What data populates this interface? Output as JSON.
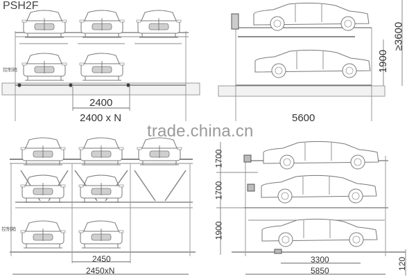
{
  "title": "PSH2F",
  "watermark": "trade.china.cn",
  "colors": {
    "line": "#8a8a8a",
    "dark_line": "#555555",
    "ground_fill": "#f2f2f2",
    "text": "#333333",
    "watermark": "#9a9a9a"
  },
  "panels": {
    "top_left": {
      "view": "front",
      "levels": 2,
      "dim_single": "2400",
      "dim_total": "2400 x N",
      "side_label": "控制箱"
    },
    "top_right": {
      "view": "side",
      "levels": 2,
      "dim_level": "1900",
      "dim_height": "≥3600",
      "dim_length": "5600"
    },
    "bottom_left": {
      "view": "front",
      "levels": 3,
      "dim_single": "2450",
      "dim_total": "2450xN",
      "side_label": "控制箱"
    },
    "bottom_right": {
      "view": "side",
      "levels": 3,
      "dim_level_top": "1700",
      "dim_level_mid": "1700",
      "dim_level_bottom": "1900",
      "dim_platform": "3300",
      "dim_length": "5850",
      "dim_pit": "120"
    }
  }
}
